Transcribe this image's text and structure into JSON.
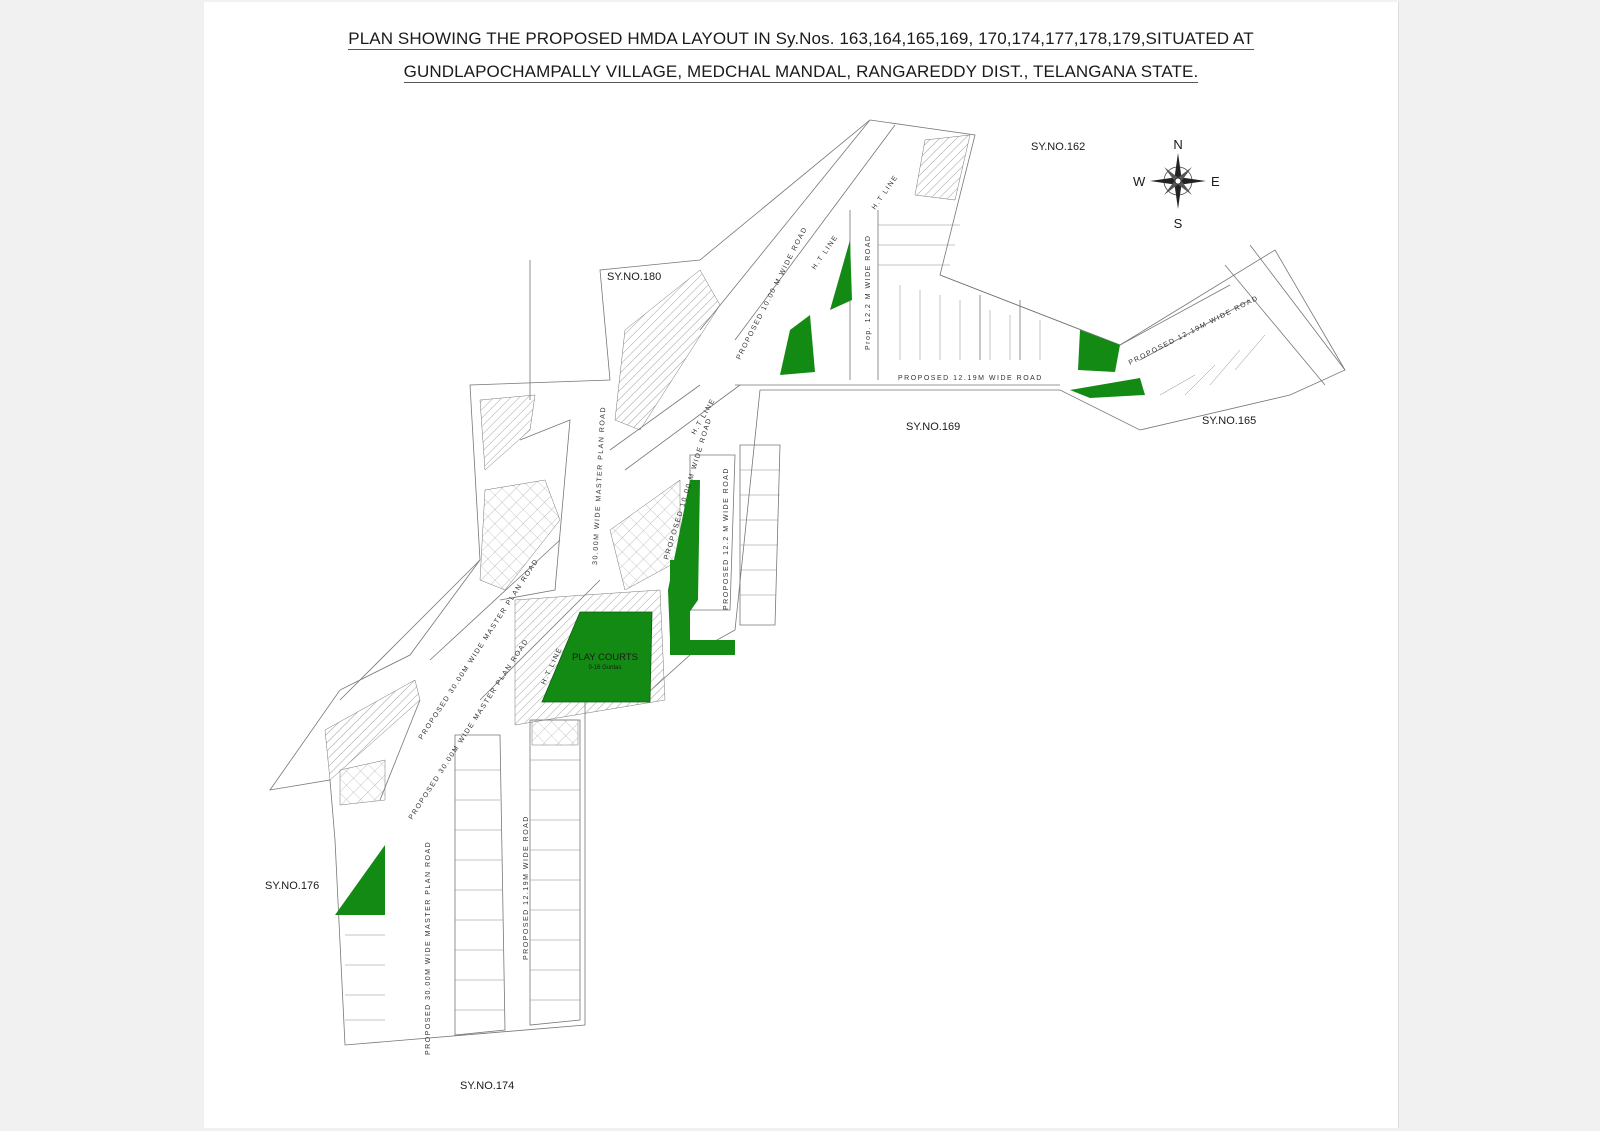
{
  "header": {
    "line1": "PLAN SHOWING THE PROPOSED HMDA LAYOUT IN Sy.Nos. 163,164,165,169, 170,174,177,178,179,SITUATED AT",
    "line2": "GUNDLAPOCHAMPALLY VILLAGE, MEDCHAL  MANDAL, RANGAREDDY DIST., TELANGANA STATE."
  },
  "compass": {
    "n": "N",
    "s": "S",
    "e": "E",
    "w": "W"
  },
  "survey": {
    "s162": "SY.NO.162",
    "s180": "SY.NO.180",
    "s169": "SY.NO.169",
    "s165": "SY.NO.165",
    "s176": "SY.NO.176",
    "s174": "SY.NO.174"
  },
  "roads": {
    "main_12m": "PROPOSED 12.19M WIDE ROAD",
    "east_12m": "PROPOSED 12.19M WIDE ROAD",
    "prop_12_2": "Prop. 12.2 M WIDE ROAD",
    "ten_m_a": "PROPOSED 10.00 M WIDE ROAD",
    "ten_m_b": "PROPOSED 10.00 M WIDE ROAD",
    "master_a": "30.00M WIDE MASTER PLAN ROAD",
    "master_b": "PROPOSED 30.00M WIDE MASTER PLAN ROAD",
    "master_c": "PROPOSED 30.00M WIDE MASTER PLAN ROAD",
    "center_12_2": "PROPOSED 12.2 M WIDE ROAD",
    "south_12m": "PROPOSED 12.19M WIDE ROAD",
    "south_master": "PROPOSED 30.00M WIDE MASTER PLAN ROAD"
  },
  "ht_line": "H.T LINE",
  "play_courts": {
    "title": "PLAY COURTS",
    "sub": "0-16 Guntas"
  },
  "colors": {
    "open_space": "#138a13",
    "line": "#777777",
    "text": "#1a1a1a"
  }
}
